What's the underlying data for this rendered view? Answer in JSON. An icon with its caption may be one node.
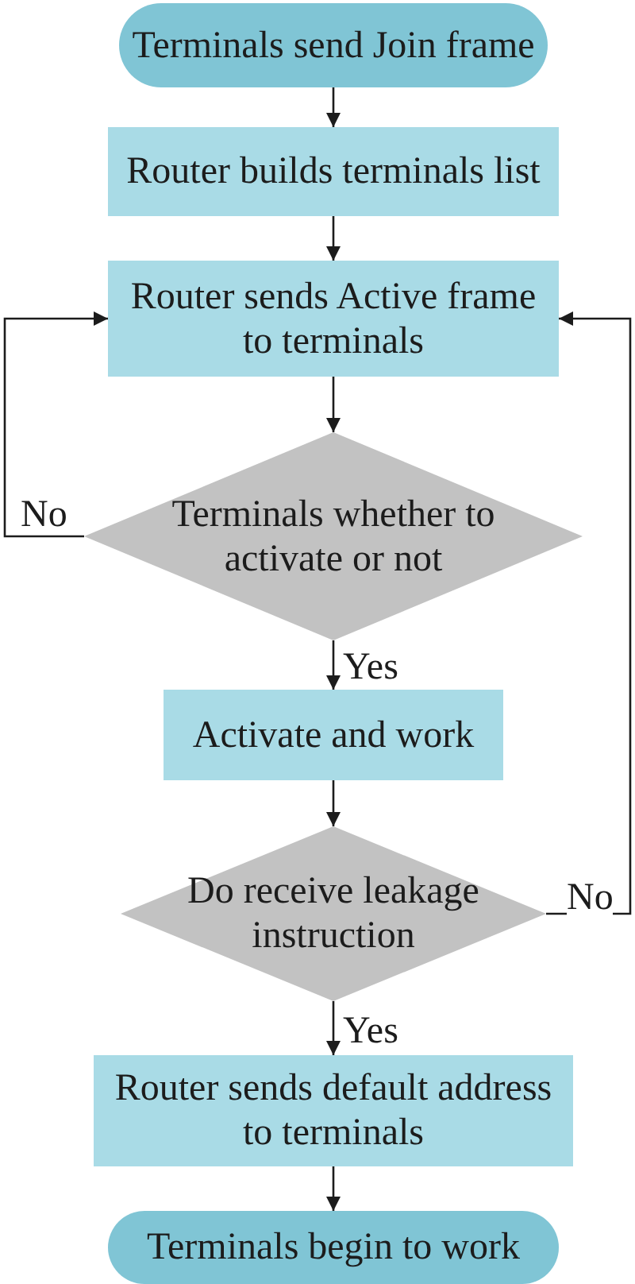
{
  "diagram": {
    "nodes": [
      {
        "text": [
          "Terminals send Join frame"
        ]
      },
      {
        "text": [
          "Router builds terminals list"
        ]
      },
      {
        "text": [
          "Router sends Active frame to terminals"
        ]
      },
      {
        "text": [
          "Terminals whether to activate or not"
        ]
      },
      {
        "text": [
          "Activate and work"
        ]
      },
      {
        "text": [
          "Do receive leakage instruction"
        ]
      },
      {
        "text": [
          "Router sends default address to terminals"
        ]
      },
      {
        "text": [
          "Terminals begin to work"
        ]
      }
    ],
    "edges": [
      {
        "from": 0,
        "to": 1,
        "arrow": "to"
      },
      {
        "from": 1,
        "to": 2,
        "arrow": "to"
      },
      {
        "from": 2,
        "to": 3,
        "arrow": "to"
      },
      {
        "from": 3,
        "to": 4,
        "arrow": "to",
        "label": "Yes"
      },
      {
        "from": 3,
        "to": 2,
        "arrow": "to",
        "label": "No"
      },
      {
        "from": 4,
        "to": 5,
        "arrow": "to"
      },
      {
        "from": 5,
        "to": 6,
        "arrow": "to",
        "label": "Yes"
      },
      {
        "from": 5,
        "to": 2,
        "arrow": "to",
        "label": "No"
      },
      {
        "from": 6,
        "to": 7,
        "arrow": "to"
      }
    ]
  }
}
